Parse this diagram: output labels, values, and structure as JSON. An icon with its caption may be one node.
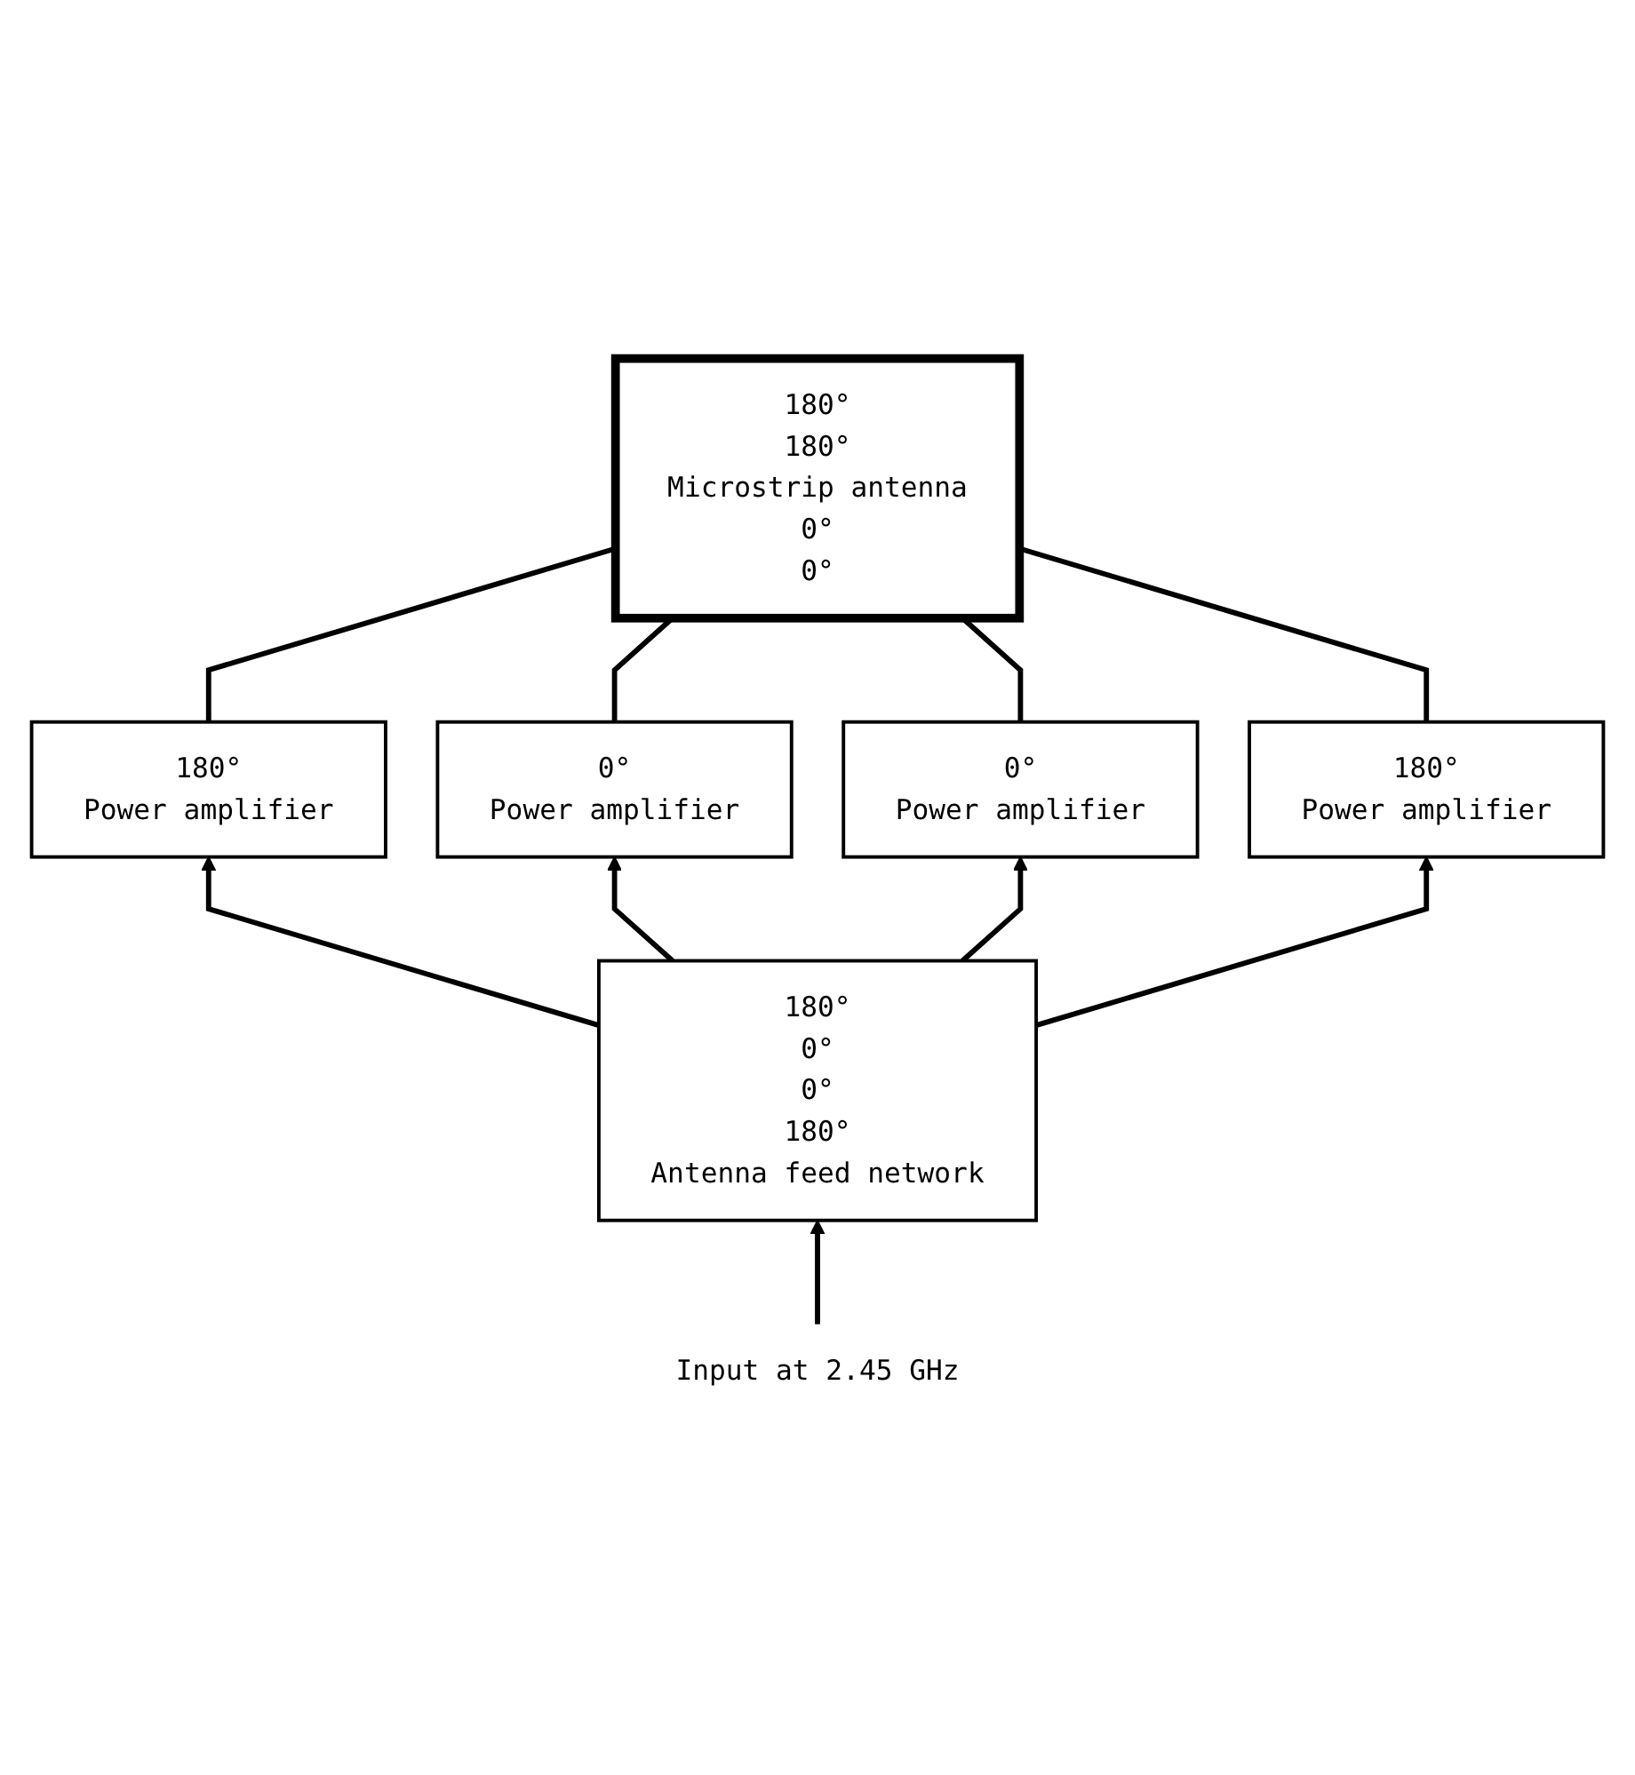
{
  "diagram": {
    "nodes": [
      {
        "text": [
          "180°",
          "180°",
          "Microstrip antenna",
          "0°",
          "0°"
        ]
      },
      {
        "text": [
          "180°",
          "Power amplifier"
        ]
      },
      {
        "text": [
          "0°",
          "Power amplifier"
        ]
      },
      {
        "text": [
          "0°",
          "Power amplifier"
        ]
      },
      {
        "text": [
          "180°",
          "Power amplifier"
        ]
      },
      {
        "text": [
          "180°",
          "0°",
          "0°",
          "180°",
          "Antenna feed network"
        ]
      },
      {
        "text": [
          "Input at 2.45 GHz"
        ]
      }
    ],
    "edges": [
      {
        "from": 6,
        "to": 5,
        "arrow": "to"
      },
      {
        "from": 5,
        "to": 1,
        "arrow": "to"
      },
      {
        "from": 5,
        "to": 2,
        "arrow": "to"
      },
      {
        "from": 5,
        "to": 3,
        "arrow": "to"
      },
      {
        "from": 5,
        "to": 4,
        "arrow": "to"
      },
      {
        "from": 1,
        "to": 0,
        "arrow": "none"
      },
      {
        "from": 2,
        "to": 0,
        "arrow": "none"
      },
      {
        "from": 3,
        "to": 0,
        "arrow": "none"
      },
      {
        "from": 4,
        "to": 0,
        "arrow": "none"
      }
    ]
  }
}
